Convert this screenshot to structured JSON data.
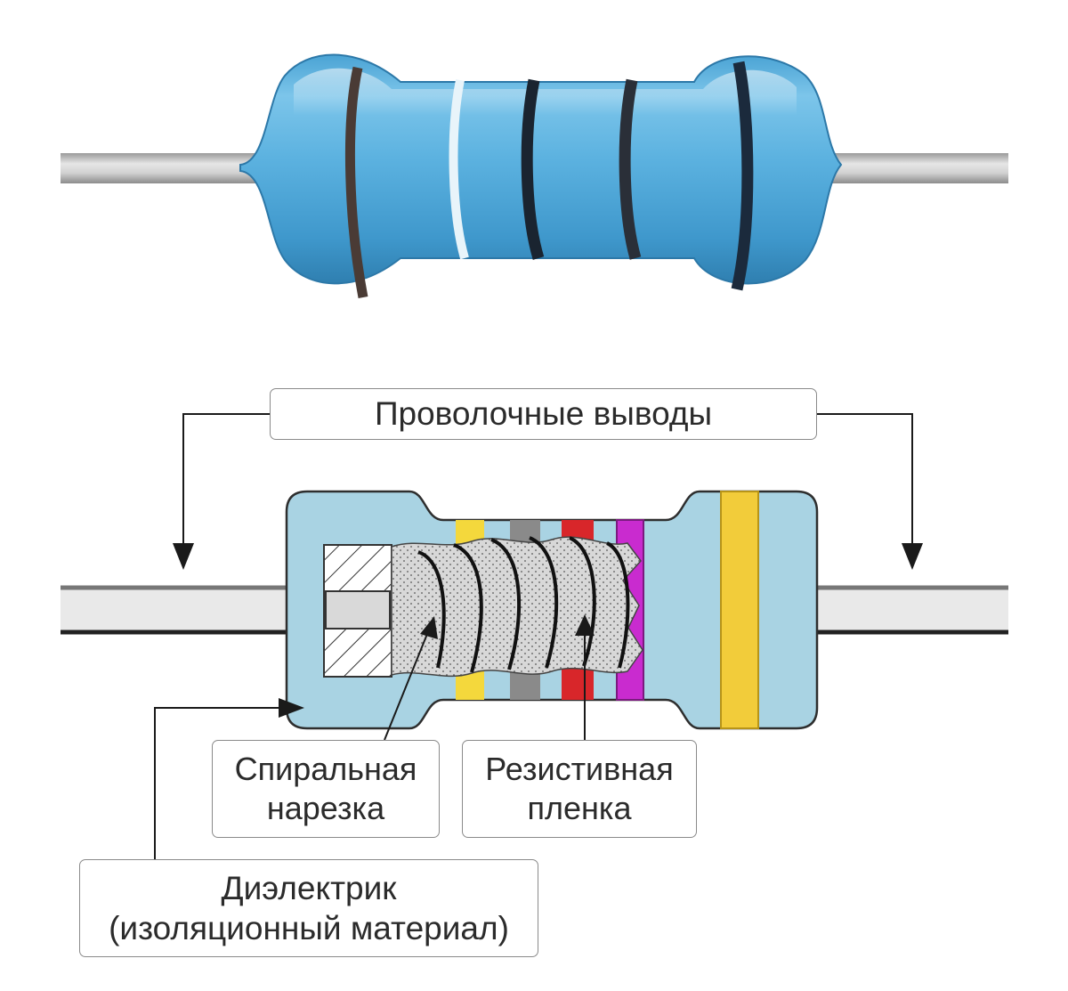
{
  "labels": {
    "wire_leads": "Проволочные выводы",
    "spiral_cut": {
      "line1": "Спиральная",
      "line2": "нарезка"
    },
    "resistive_film": {
      "line1": "Резистивная",
      "line2": "пленка"
    },
    "dielectric": {
      "line1": "Диэлектрик",
      "line2": "(изоляционный материал)"
    }
  },
  "colors": {
    "resistor_body_photo": "#5fb4e2",
    "resistor_body_diagram": "#a8d4e4",
    "band_yellow": "#f4d23a",
    "band_gray": "#8e8e8e",
    "band_red": "#d8262a",
    "band_magenta": "#cc2bd0",
    "lead_wire": "#c9c9c9"
  }
}
